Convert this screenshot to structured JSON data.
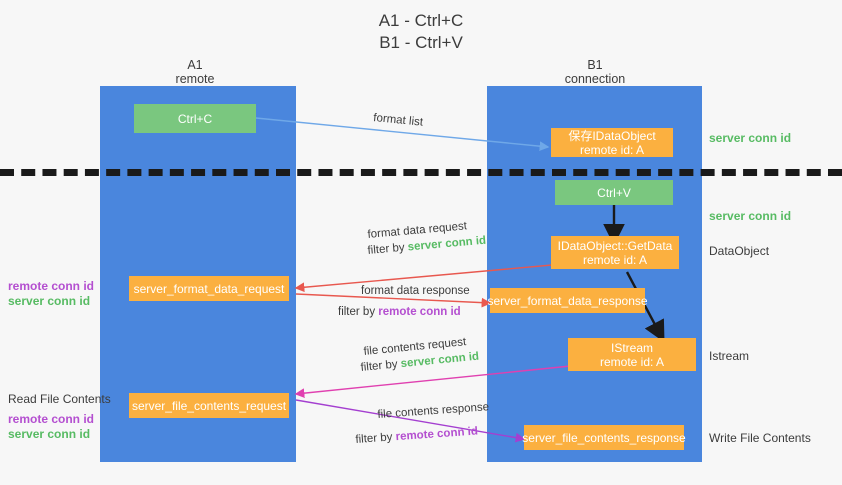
{
  "title": "A1 - Ctrl+C\nB1 - Ctrl+V",
  "lanes": [
    {
      "name": "A1",
      "sub": "remote"
    },
    {
      "name": "B1",
      "sub": "connection"
    }
  ],
  "nodes": {
    "ctrl_c": "Ctrl+C",
    "ctrl_v": "Ctrl+V",
    "save_idataobject_l1": "保存IDataObject",
    "save_idataobject_l2": "remote id: A",
    "getdata_l1": "IDataObject::GetData",
    "getdata_l2": "remote id: A",
    "istream_l1": "IStream",
    "istream_l2": "remote id: A",
    "server_format_data_request": "server_format_data_request",
    "server_format_data_response": "server_format_data_response",
    "server_file_contents_request": "server_file_contents_request",
    "server_file_contents_response": "server_file_contents_response"
  },
  "edges": {
    "format_list": "format list",
    "format_data_request": "format data request",
    "format_data_response": "format data response",
    "file_contents_request": "file contents request",
    "file_contents_response": "file contents response",
    "filter_by": "filter by ",
    "server_conn_id": "server conn id",
    "remote_conn_id": "remote conn id"
  },
  "side_labels": {
    "server_conn_id_top": "server conn id",
    "server_conn_id_mid": "server conn id",
    "dataobject": "DataObject",
    "istream": "Istream",
    "write_file_contents": "Write File Contents",
    "read_file_contents": "Read File Contents",
    "remote_conn_id": "remote conn id",
    "server_conn_id": "server conn id"
  },
  "colors": {
    "lane": "#4a86dd",
    "orange": "#fbb040",
    "green_box": "#7ac77f",
    "server_conn": "#57bb63",
    "remote_conn": "#b44fd0",
    "arrow_blue": "#6fa8e8",
    "arrow_red": "#e8584f",
    "arrow_magenta": "#e040b0",
    "arrow_purple": "#a43fd0",
    "arrow_black": "#1a1a1a",
    "background": "#f7f7f7"
  }
}
